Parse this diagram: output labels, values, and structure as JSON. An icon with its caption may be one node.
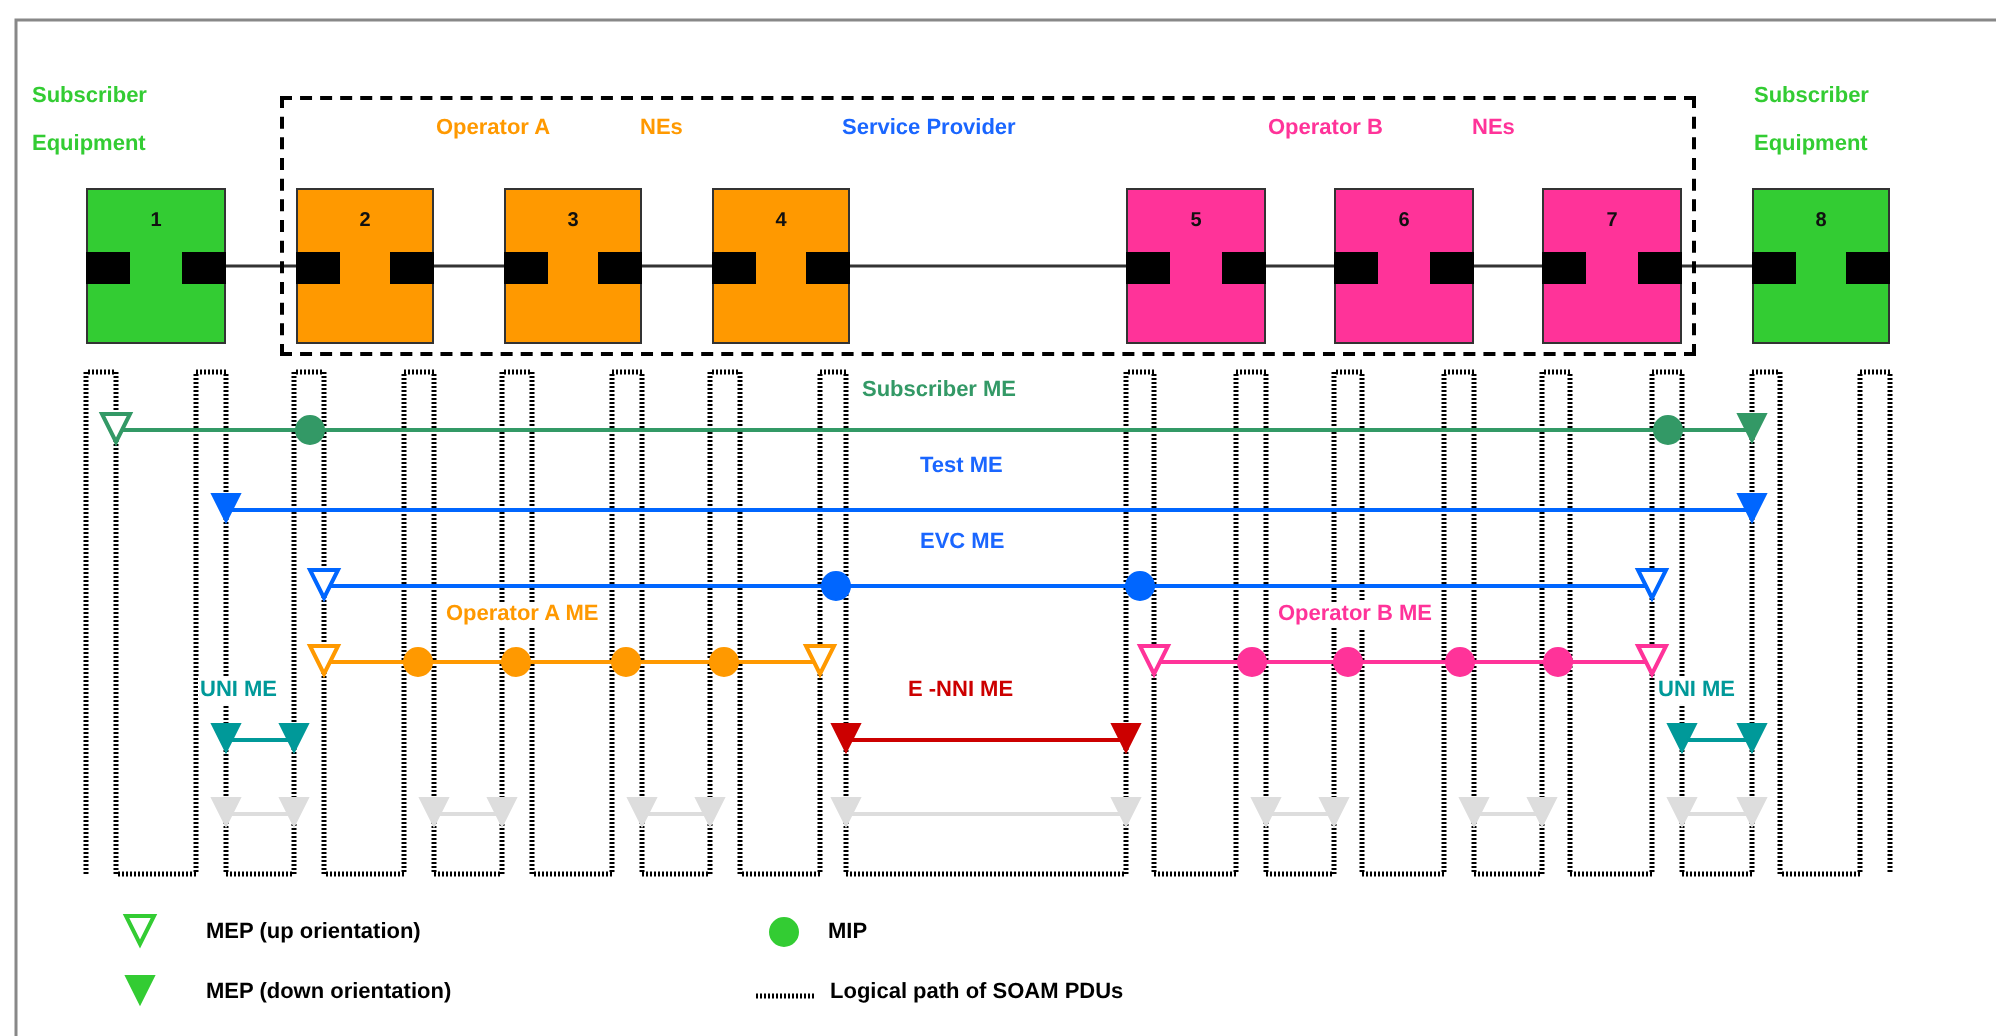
{
  "diagram": {
    "nodes": [
      {
        "text": [
          "Operator A",
          "NEs",
          "Service Provider",
          "Operator B",
          "NEs"
        ]
      },
      {
        "text": [
          "1"
        ],
        "beside": [
          "Subscriber Equipment"
        ]
      },
      {
        "text": [
          "2"
        ],
        "in": 0
      },
      {
        "text": [
          "3"
        ],
        "in": 0
      },
      {
        "text": [
          "4"
        ],
        "in": 0
      },
      {
        "text": [
          "5"
        ],
        "in": 0
      },
      {
        "text": [
          "6"
        ],
        "in": 0
      },
      {
        "text": [
          "7"
        ],
        "in": 0
      },
      {
        "text": [
          "8"
        ],
        "beside": [
          "Subscriber Equipment"
        ]
      },
      {
        "text": [],
        "shape": "triangle"
      },
      {
        "text": [],
        "shape": "circle"
      },
      {
        "text": [],
        "shape": "circle"
      },
      {
        "text": [],
        "shape": "triangle"
      },
      {
        "text": [],
        "shape": "triangle"
      },
      {
        "text": [],
        "shape": "triangle"
      },
      {
        "text": [],
        "shape": "triangle"
      },
      {
        "text": [],
        "shape": "circle"
      },
      {
        "text": [],
        "shape": "circle"
      },
      {
        "text": [],
        "shape": "triangle"
      },
      {
        "text": [],
        "shape": "triangle"
      },
      {
        "text": [],
        "shape": "circle"
      },
      {
        "text": [],
        "shape": "circle"
      },
      {
        "text": [],
        "shape": "circle"
      },
      {
        "text": [],
        "shape": "circle"
      },
      {
        "text": [],
        "shape": "triangle"
      },
      {
        "text": [],
        "shape": "triangle"
      },
      {
        "text": [],
        "shape": "circle"
      },
      {
        "text": [],
        "shape": "circle"
      },
      {
        "text": [],
        "shape": "circle"
      },
      {
        "text": [],
        "shape": "circle"
      },
      {
        "text": [],
        "shape": "triangle"
      },
      {
        "text": [],
        "shape": "triangle"
      },
      {
        "text": [],
        "shape": "triangle"
      },
      {
        "text": [],
        "shape": "triangle"
      },
      {
        "text": [],
        "shape": "triangle"
      },
      {
        "text": [],
        "shape": "triangle"
      },
      {
        "text": [],
        "shape": "triangle"
      },
      {
        "text": [],
        "shape": "triangle"
      },
      {
        "text": [],
        "shape": "triangle"
      },
      {
        "text": [],
        "shape": "triangle"
      },
      {
        "text": [],
        "shape": "triangle"
      },
      {
        "text": [],
        "shape": "triangle"
      },
      {
        "text": [],
        "shape": "triangle"
      },
      {
        "text": [],
        "shape": "triangle"
      },
      {
        "text": [],
        "shape": "triangle"
      },
      {
        "text": [],
        "shape": "triangle"
      },
      {
        "text": [],
        "shape": "triangle"
      },
      {
        "text": [],
        "shape": "triangle"
      },
      {
        "text": [],
        "shape": "triangle"
      },
      {
        "text": [],
        "shape": "triangle"
      },
      {
        "text": [],
        "shape": "triangle"
      }
    ],
    "edges": [
      {
        "from": 1,
        "to": 2,
        "arrow": "none"
      },
      {
        "from": 2,
        "to": 3,
        "arrow": "none"
      },
      {
        "from": 3,
        "to": 4,
        "arrow": "none"
      },
      {
        "from": 4,
        "to": 5,
        "arrow": "none"
      },
      {
        "from": 5,
        "to": 6,
        "arrow": "none"
      },
      {
        "from": 6,
        "to": 7,
        "arrow": "none"
      },
      {
        "from": 7,
        "to": 8,
        "arrow": "none"
      },
      {
        "from": 9,
        "to": 10,
        "arrow": "none",
        "color": "#339966"
      },
      {
        "from": 10,
        "to": 11,
        "arrow": "none",
        "color": "#339966"
      },
      {
        "from": 11,
        "to": 12,
        "arrow": "none",
        "color": "#339966"
      },
      {
        "from": 13,
        "to": 14,
        "arrow": "none",
        "color": "#0066ff"
      },
      {
        "from": 15,
        "to": 16,
        "arrow": "none",
        "color": "#0066ff"
      },
      {
        "from": 16,
        "to": 17,
        "arrow": "none",
        "color": "#0066ff"
      },
      {
        "from": 17,
        "to": 18,
        "arrow": "none",
        "color": "#0066ff"
      },
      {
        "from": 19,
        "to": 20,
        "arrow": "none",
        "color": "#ff9900"
      },
      {
        "from": 20,
        "to": 21,
        "arrow": "none",
        "color": "#ff9900"
      },
      {
        "from": 21,
        "to": 22,
        "arrow": "none",
        "color": "#ff9900"
      },
      {
        "from": 22,
        "to": 23,
        "arrow": "none",
        "color": "#ff9900"
      },
      {
        "from": 23,
        "to": 24,
        "arrow": "none",
        "color": "#ff9900"
      },
      {
        "from": 25,
        "to": 26,
        "arrow": "none",
        "color": "#ff3399"
      },
      {
        "from": 26,
        "to": 27,
        "arrow": "none",
        "color": "#ff3399"
      },
      {
        "from": 27,
        "to": 28,
        "arrow": "none",
        "color": "#ff3399"
      },
      {
        "from": 28,
        "to": 29,
        "arrow": "none",
        "color": "#ff3399"
      },
      {
        "from": 29,
        "to": 30,
        "arrow": "none",
        "color": "#ff3399"
      },
      {
        "from": 31,
        "to": 32,
        "arrow": "none",
        "color": "#009999"
      },
      {
        "from": 33,
        "to": 34,
        "arrow": "none",
        "color": "#cc0000"
      },
      {
        "from": 35,
        "to": 36,
        "arrow": "none",
        "color": "#009999"
      },
      {
        "from": 37,
        "to": 38,
        "arrow": "none",
        "color": "#dddddd"
      },
      {
        "from": 39,
        "to": 40,
        "arrow": "none",
        "color": "#dddddd"
      },
      {
        "from": 41,
        "to": 42,
        "arrow": "none",
        "color": "#dddddd"
      },
      {
        "from": 43,
        "to": 44,
        "arrow": "none",
        "color": "#dddddd"
      },
      {
        "from": 45,
        "to": 46,
        "arrow": "none",
        "color": "#dddddd"
      },
      {
        "from": 47,
        "to": 48,
        "arrow": "none",
        "color": "#dddddd"
      },
      {
        "from": 49,
        "to": 50,
        "arrow": "none",
        "color": "#dddddd"
      }
    ],
    "labels": [
      "Subscriber ME",
      "Test ME",
      "EVC ME",
      "Operator A ME",
      "Operator B ME",
      "UNI ME",
      "E -NNI ME",
      "UNI ME"
    ],
    "legend": [
      {
        "text": "MEP (up orientation)"
      },
      {
        "text": "MEP (down orientation)"
      },
      {
        "text": "MIP"
      },
      {
        "text": "Logical path of SOAM PDUs"
      }
    ]
  }
}
